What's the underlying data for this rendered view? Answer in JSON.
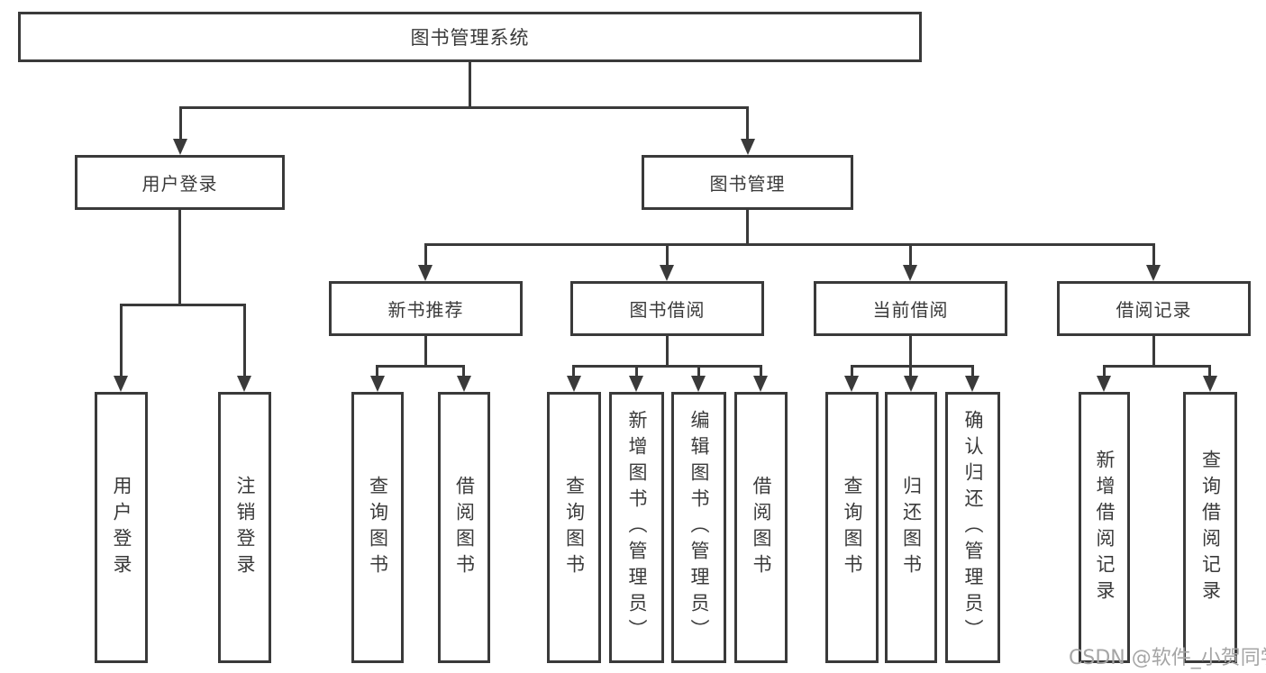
{
  "diagram": {
    "root": {
      "label": "图书管理系统"
    },
    "branches": [
      {
        "label": "用户登录",
        "children": [
          {
            "label": "用户登录"
          },
          {
            "label": "注销登录"
          }
        ]
      },
      {
        "label": "图书管理",
        "children": [
          {
            "label": "新书推荐",
            "children": [
              {
                "label": "查询图书"
              },
              {
                "label": "借阅图书"
              }
            ]
          },
          {
            "label": "图书借阅",
            "children": [
              {
                "label": "查询图书"
              },
              {
                "label": "新增图书（管理员）"
              },
              {
                "label": "编辑图书（管理员）"
              },
              {
                "label": "借阅图书"
              }
            ]
          },
          {
            "label": "当前借阅",
            "children": [
              {
                "label": "查询图书"
              },
              {
                "label": "归还图书"
              },
              {
                "label": "确认归还（管理员）"
              }
            ]
          },
          {
            "label": "借阅记录",
            "children": [
              {
                "label": "新增借阅记录"
              },
              {
                "label": "查询借阅记录"
              }
            ]
          }
        ]
      }
    ],
    "watermark": "CSDN @软件_小贺同学",
    "colors": {
      "line": "#3a3a3a",
      "text": "#3a3a3a",
      "watermark": "#a5a5a5",
      "background": "#ffffff"
    }
  }
}
